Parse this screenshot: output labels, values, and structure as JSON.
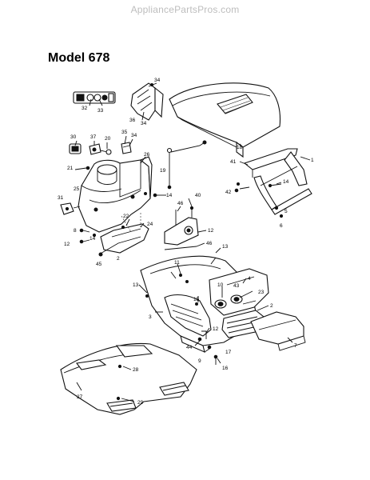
{
  "watermark": "AppliancePartsPros.com",
  "title": "Model 678",
  "callouts": [
    "34",
    "32",
    "33",
    "36",
    "34",
    "18",
    "30",
    "37",
    "20",
    "35",
    "34",
    "26",
    "1",
    "21",
    "19",
    "41",
    "14",
    "42",
    "25",
    "31",
    "40",
    "14",
    "22",
    "24",
    "46",
    "12",
    "5",
    "6",
    "8",
    "12",
    "14",
    "45",
    "2",
    "46",
    "13",
    "11",
    "13",
    "10",
    "43",
    "4",
    "23",
    "15",
    "2",
    "3",
    "12",
    "44",
    "9",
    "17",
    "7",
    "16",
    "28",
    "27",
    "29"
  ]
}
